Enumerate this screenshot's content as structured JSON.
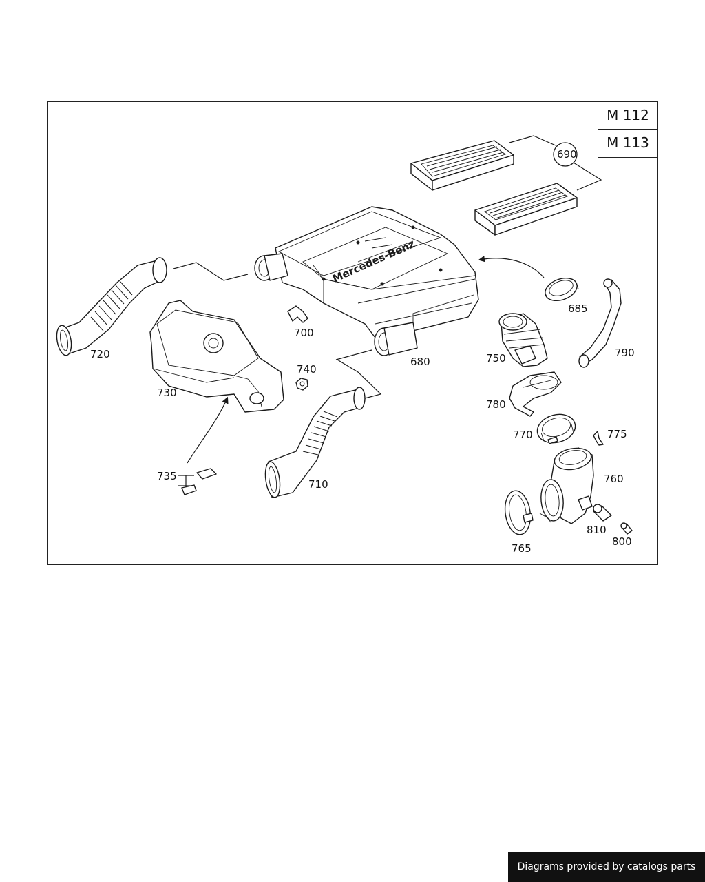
{
  "engines": [
    "M 112",
    "M 113"
  ],
  "callouts": {
    "p690": "690",
    "p685": "685",
    "p680": "680",
    "p700": "700",
    "p720": "720",
    "p730": "730",
    "p740": "740",
    "p750": "750",
    "p790": "790",
    "p780": "780",
    "p770": "770",
    "p775": "775",
    "p735": "735",
    "p710": "710",
    "p760": "760",
    "p810": "810",
    "p765": "765",
    "p800": "800"
  },
  "housing_logo_text": "Mercedes-Benz",
  "footer": "Diagrams provided by catalogs parts"
}
